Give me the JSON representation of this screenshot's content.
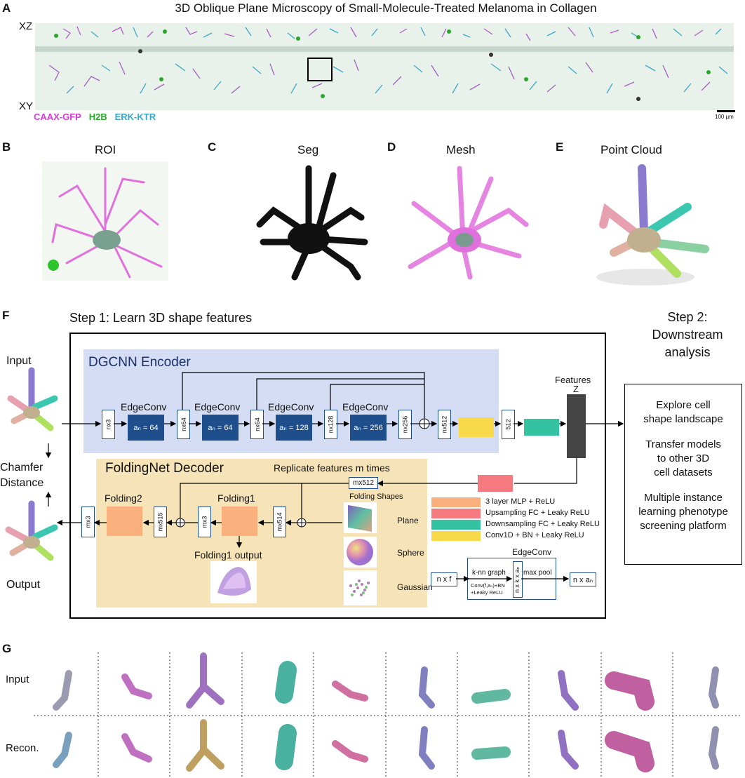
{
  "panel_a": {
    "label": "A",
    "title": "3D Oblique Plane Microscopy of Small-Molecule-Treated Melanoma in Collagen",
    "xz_label": "XZ",
    "xy_label": "XY",
    "channels": [
      {
        "name": "CAAX-GFP",
        "color": "#d63ad6"
      },
      {
        "name": "H2B",
        "color": "#2aa62a"
      },
      {
        "name": "ERK-KTR",
        "color": "#3aa8c8"
      }
    ],
    "scale_bar": "100 µm"
  },
  "panel_b": {
    "label": "B",
    "title": "ROI"
  },
  "panel_c": {
    "label": "C",
    "title": "Seg"
  },
  "panel_d": {
    "label": "D",
    "title": "Mesh"
  },
  "panel_e": {
    "label": "E",
    "title": "Point Cloud"
  },
  "panel_f": {
    "label": "F",
    "step1": "Step 1: Learn 3D shape features",
    "step2_lines": [
      "Step 2:",
      "Downstream",
      "analysis"
    ],
    "input": "Input",
    "output": "Output",
    "chamfer_lines": [
      "Chamfer",
      "Distance"
    ],
    "encoder": {
      "title": "DGCNN Encoder",
      "edgeconv_label": "EdgeConv",
      "edgeconv_a": [
        "aₙ = 64",
        "aₙ = 64",
        "aₙ = 128",
        "aₙ = 256"
      ],
      "dims": [
        "nx3",
        "nx64",
        "nx64",
        "nx128",
        "nx256",
        "nx512",
        "512"
      ],
      "features_label": "Features",
      "z_label": "Z"
    },
    "decoder": {
      "title": "FoldingNet Decoder",
      "replicate": "Replicate features m times",
      "mx512": "mx512",
      "mx514": "mx514",
      "mx3a": "mx3",
      "mx515": "mx515",
      "mx3b": "mx3",
      "folding1": "Folding1",
      "folding2": "Folding2",
      "folding1_output": "Folding1 output",
      "folding_shapes": "Folding Shapes",
      "shapes": [
        "Plane",
        "Sphere",
        "Gaussian"
      ]
    },
    "legend": [
      {
        "color": "#f9b07d",
        "text": "3 layer MLP + ReLU"
      },
      {
        "color": "#f47a7f",
        "text": "Upsampling FC + Leaky ReLU"
      },
      {
        "color": "#34c3a0",
        "text": "Downsampling FC + Leaky ReLU"
      },
      {
        "color": "#f8d94a",
        "text": "Conv1D + BN + Leaky ReLU"
      }
    ],
    "edgeconv_detail": {
      "title": "EdgeConv",
      "nxf": "n x f",
      "knn": "k-nn graph",
      "nxkxa": "n x k x aₙ",
      "maxpool": "max pool",
      "conv_line1": "Conv(f,aₙ)+BN",
      "conv_line2": "+Leaky ReLU",
      "nxa": "n x aₙ"
    },
    "downstream": [
      [
        "Explore cell",
        "shape landscape"
      ],
      [
        "Transfer models",
        "to other 3D",
        "cell datasets"
      ],
      [
        "Multiple instance",
        "learning phenotype",
        "screening platform"
      ]
    ]
  },
  "panel_g": {
    "label": "G",
    "row_input": "Input",
    "row_recon": "Recon."
  }
}
